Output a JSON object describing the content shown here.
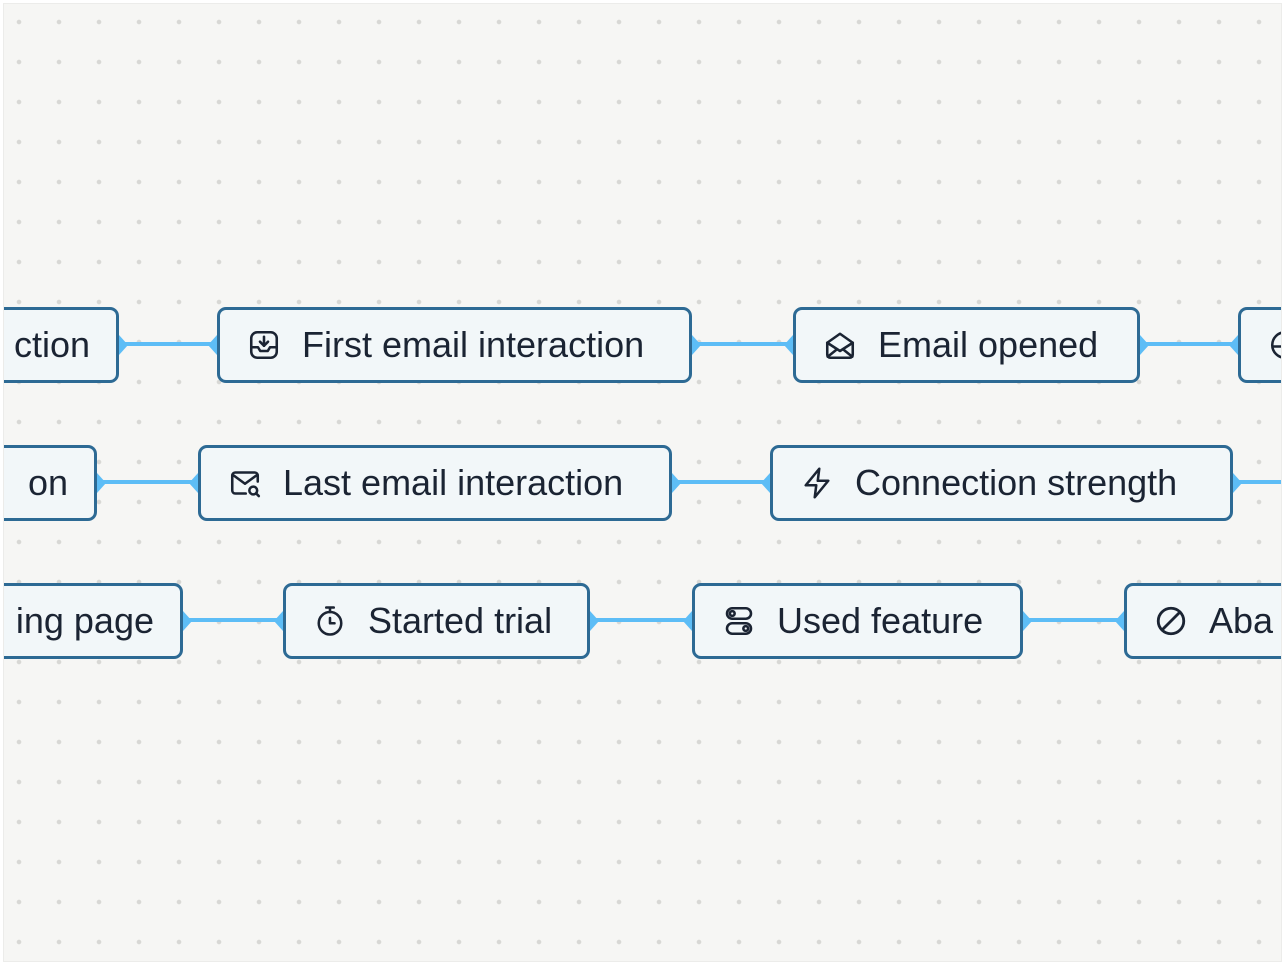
{
  "rows": [
    {
      "nodes": [
        {
          "label": "ction",
          "icon": "none"
        },
        {
          "label": "First email interaction",
          "icon": "inbox-download-icon"
        },
        {
          "label": "Email opened",
          "icon": "mail-open-icon"
        },
        {
          "label": "",
          "icon": "partial-icon"
        }
      ]
    },
    {
      "nodes": [
        {
          "label": "on",
          "icon": "none"
        },
        {
          "label": "Last email interaction",
          "icon": "mail-search-icon"
        },
        {
          "label": "Connection strength",
          "icon": "lightning-icon"
        }
      ]
    },
    {
      "nodes": [
        {
          "label": "ing page",
          "icon": "none"
        },
        {
          "label": "Started trial",
          "icon": "stopwatch-icon"
        },
        {
          "label": "Used feature",
          "icon": "toggles-icon"
        },
        {
          "label": "Aba",
          "icon": "prohibited-icon"
        }
      ]
    }
  ],
  "colors": {
    "canvas": "#f6f6f4",
    "dots": "#d8d8d5",
    "node_border": "#2d6a94",
    "node_fill": "#f2f7f9",
    "connector": "#5dbdf6",
    "text": "#1b2433"
  }
}
